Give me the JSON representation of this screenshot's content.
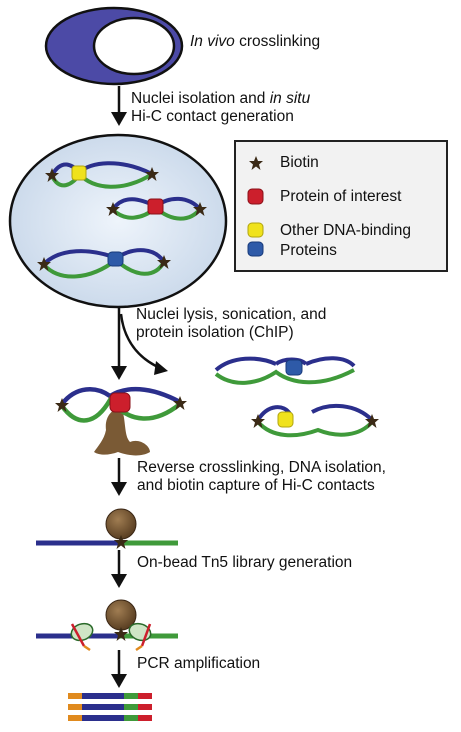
{
  "steps": {
    "s1_italic": "In vivo",
    "s1_rest": " crosslinking",
    "s2_line1_pre": "Nuclei isolation and ",
    "s2_line1_italic": "in situ",
    "s2_line2": "Hi-C contact generation",
    "s3_line1": "Nuclei lysis, sonication, and",
    "s3_line2": "protein isolation (ChIP)",
    "s4_line1": "Reverse crosslinking, DNA isolation,",
    "s4_line2": "and biotin capture of Hi-C contacts",
    "s5": "On-bead Tn5 library generation",
    "s6": "PCR amplification"
  },
  "legend": {
    "biotin": "Biotin",
    "protein_of_interest": "Protein of interest",
    "other_line1": "Other DNA-binding",
    "other_line2": "Proteins"
  },
  "colors": {
    "dna_blue": "#2b2f8c",
    "dna_green": "#3f9a3a",
    "protein_red": "#cc1f2c",
    "protein_yellow": "#f0e21c",
    "protein_blue": "#2e5aa8",
    "biotin_star": "#3b2a16",
    "bead_brown": "#7a5a35",
    "cell_purple": "#4c4aa6",
    "nucleus_fill": "#dfe9f5"
  }
}
